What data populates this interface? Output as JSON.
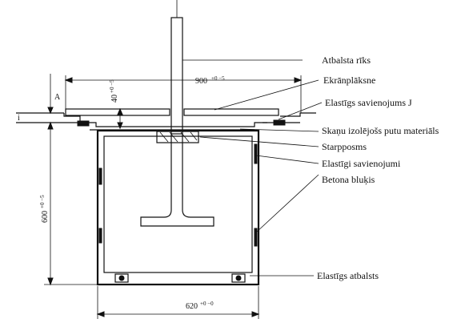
{
  "labels": {
    "support_tool": "Atbalsta rīks",
    "screen_plate": "Ekrānplāksne",
    "elastic_joint_j": "Elastīgs savienojums J",
    "foam_material": "Skaņu izolējošs putu materiāls",
    "spacer": "Starpposms",
    "elastic_joints": "Elastīgi savienojumi",
    "concrete_block": "Betona bluķis",
    "elastic_support": "Elastīgs atbalsts"
  },
  "dimensions": {
    "width_900": "900",
    "width_900_tol": "+0 −5",
    "height_40": "40",
    "height_40_tol": "+0 −5",
    "height_600": "600",
    "height_600_tol": "+0 −5",
    "width_620": "620",
    "width_620_tol": "+0 −0",
    "ref_a": "A",
    "ref_i": "i"
  }
}
